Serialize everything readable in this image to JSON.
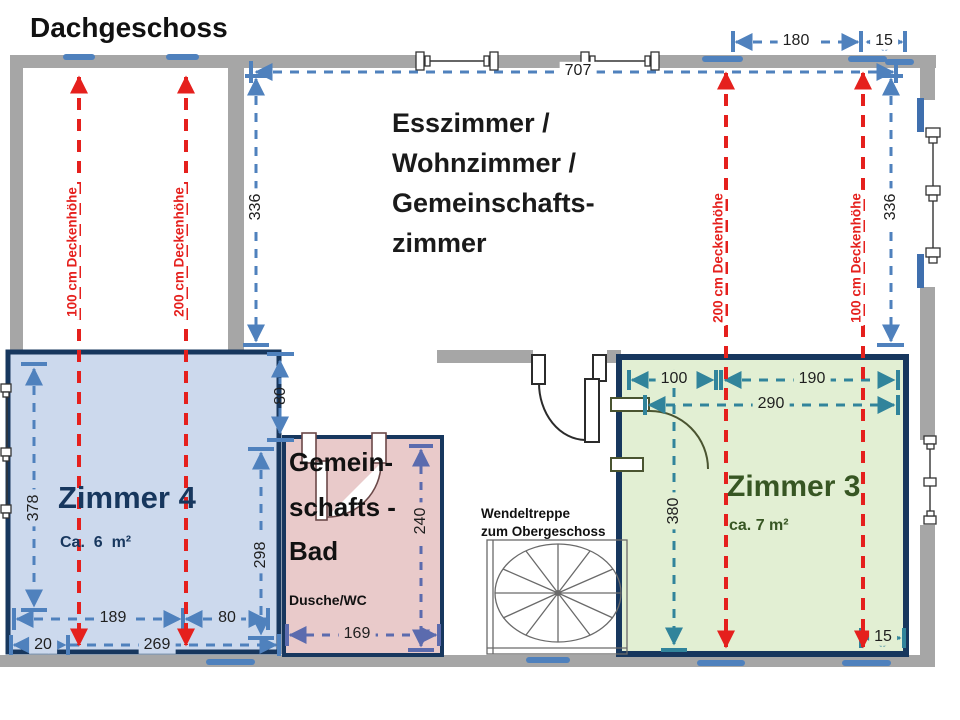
{
  "title": "Dachgeschoss",
  "rooms": {
    "living": {
      "label": "Esszimmer /\nWohnzimmer /\nGemeinschafts-\nzimmer"
    },
    "zimmer4": {
      "name": "Zimmer 4",
      "area": "Ca.  6  m²"
    },
    "bath": {
      "name": "Gemein-\nschafts -\nBad",
      "detail": "Dusche/WC"
    },
    "stairs": {
      "label": "Wendeltreppe\nzum Obergeschoss"
    },
    "zimmer3": {
      "name": "Zimmer 3",
      "area": "ca. 7 m²"
    }
  },
  "ceiling_heights": {
    "left_a": "100 cm Deckenhöhe",
    "left_b": "200 cm Deckenhöhe",
    "right_a": "200 cm Deckenhöhe",
    "right_b": "100 cm Deckenhöhe"
  },
  "dimensions": {
    "top_width_main": "707",
    "top_right_a": "180",
    "top_right_b": "15",
    "living_height_left": "336",
    "living_height_right": "336",
    "z4_height": "378",
    "z4_upper_right": "80",
    "z4_lower_right": "298",
    "z4_bottom_a": "189",
    "z4_bottom_b": "80",
    "z4_base_a": "20",
    "z4_base_b": "269",
    "bath_height": "240",
    "bath_width": "169",
    "z3_top_a": "100",
    "z3_top_b": "190",
    "z3_top_total": "290",
    "z3_height": "380",
    "z3_bottom": "15"
  },
  "colors": {
    "wall": "#a6a6a6",
    "dim_blue": "#4f81bd",
    "dim_teal": "#31849b",
    "dim_purple": "#5b6bae",
    "ceiling_red": "#e5201d",
    "zimmer4_fill": "#ccd9ed",
    "zimmer4_text": "#17375e",
    "zimmer4_border": "#17375e",
    "bath_fill": "#e9caca",
    "bath_border": "#17375e",
    "zimmer3_fill": "#e2efd3",
    "zimmer3_border": "#17375e",
    "zimmer3_text": "#375623"
  }
}
